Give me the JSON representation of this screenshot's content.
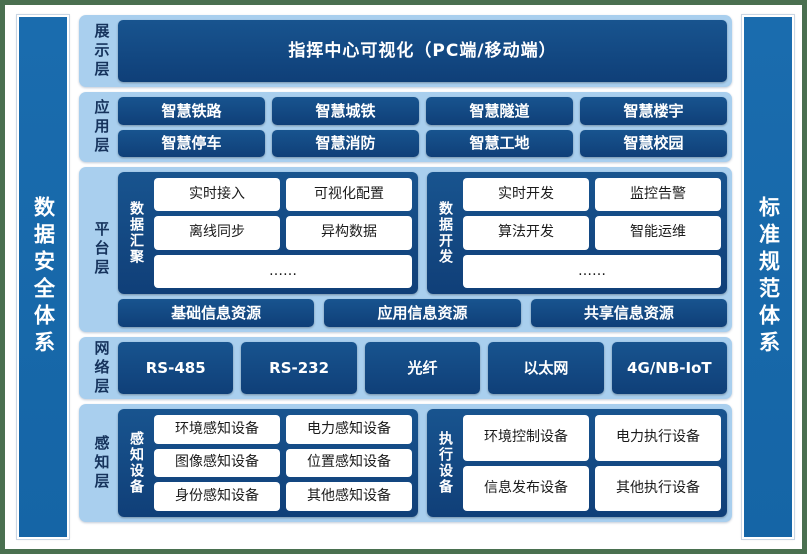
{
  "colors": {
    "page_background": "#4a7050",
    "canvas": "#ffffff",
    "panel_light_blue": "#a9cfee",
    "chip_dark_blue": "#144b86",
    "pillar_blue": "#1a6cae",
    "white_box": "#ffffff",
    "label_text": "#16335c"
  },
  "left_pillar": {
    "label": "数据安全体系"
  },
  "right_pillar": {
    "label": "标准规范体系"
  },
  "layers": [
    {
      "id": "display",
      "label": "展示层",
      "bar": "指挥中心可视化（PC端/移动端）"
    },
    {
      "id": "application",
      "label": "应用层",
      "rows": [
        [
          "智慧铁路",
          "智慧城铁",
          "智慧隧道",
          "智慧楼宇"
        ],
        [
          "智慧停车",
          "智慧消防",
          "智慧工地",
          "智慧校园"
        ]
      ]
    },
    {
      "id": "platform",
      "label": "平台层",
      "groups": [
        {
          "title": "数据汇聚",
          "rows": [
            [
              "实时接入",
              "可视化配置"
            ],
            [
              "离线同步",
              "异构数据"
            ],
            [
              "……"
            ]
          ]
        },
        {
          "title": "数据开发",
          "rows": [
            [
              "实时开发",
              "监控告警"
            ],
            [
              "算法开发",
              "智能运维"
            ],
            [
              "……"
            ]
          ]
        }
      ],
      "resources": [
        "基础信息资源",
        "应用信息资源",
        "共享信息资源"
      ]
    },
    {
      "id": "network",
      "label": "网络层",
      "items": [
        "RS-485",
        "RS-232",
        "光纤",
        "以太网",
        "4G/NB-IoT"
      ]
    },
    {
      "id": "sensing",
      "label": "感知层",
      "groups": [
        {
          "title": "感知设备",
          "rows": [
            [
              "环境感知设备",
              "电力感知设备"
            ],
            [
              "图像感知设备",
              "位置感知设备"
            ],
            [
              "身份感知设备",
              "其他感知设备"
            ]
          ]
        },
        {
          "title": "执行设备",
          "rows": [
            [
              "环境控制设备",
              "电力执行设备"
            ],
            [
              "信息发布设备",
              "其他执行设备"
            ]
          ]
        }
      ]
    }
  ]
}
